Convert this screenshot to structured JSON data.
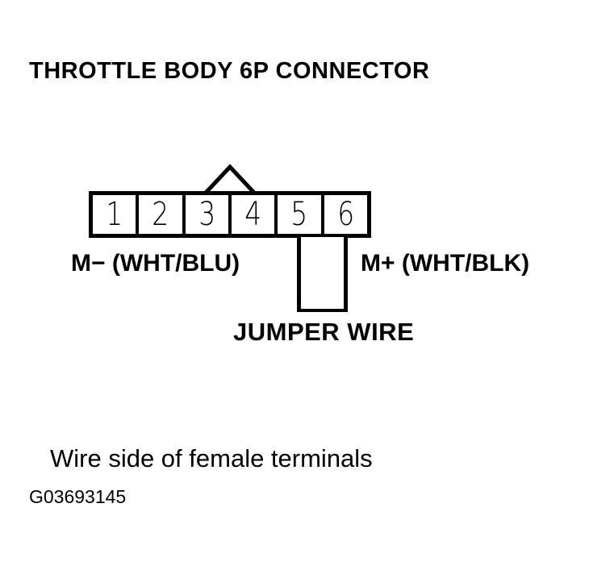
{
  "title": "THROTTLE BODY 6P CONNECTOR",
  "connector": {
    "pins": [
      "1",
      "2",
      "3",
      "4",
      "5",
      "6"
    ],
    "left_label": "M− (WHT/BLU)",
    "right_label": "M+ (WHT/BLK)",
    "jumper_label": "JUMPER WIRE",
    "jumper_between_pins": [
      "5",
      "6"
    ]
  },
  "caption": "Wire side of female terminals",
  "figure_id": "G03693145",
  "colors": {
    "ink": "#000000",
    "background": "#ffffff"
  }
}
